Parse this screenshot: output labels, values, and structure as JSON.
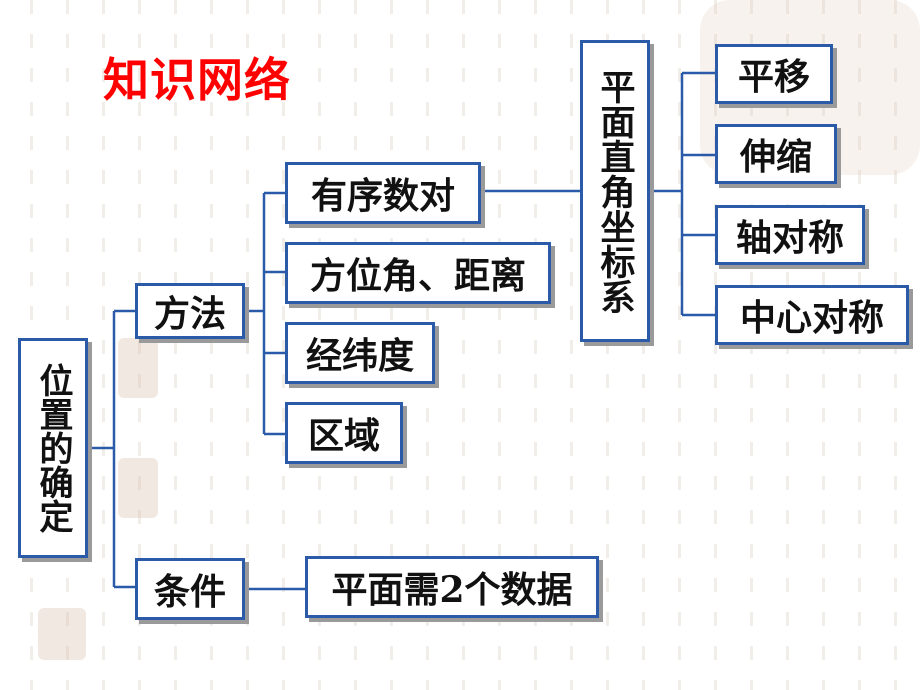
{
  "title": "知识网络",
  "root": "位置的确定",
  "methods_label": "方法",
  "methods": [
    "有序数对",
    "方位角、距离",
    "经纬度",
    "区域"
  ],
  "condition_label": "条件",
  "condition_value": "平面需2个数据",
  "coordinate_system": "平面直角坐标系",
  "transforms": [
    "平移",
    "伸缩",
    "轴对称",
    "中心对称"
  ],
  "colors": {
    "title": "#ff0000",
    "border": "#2a5aa8",
    "line": "#2a5aa8",
    "shadow": "#9a9a9a"
  }
}
